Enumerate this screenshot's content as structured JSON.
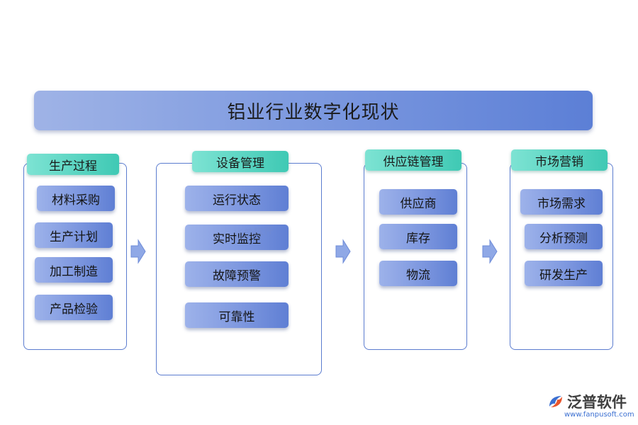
{
  "title": "铝业行业数字化现状",
  "sections": [
    {
      "heading": "生产过程",
      "items": [
        "材料采购",
        "生产计划",
        "加工制造",
        "产品检验"
      ]
    },
    {
      "heading": "设备管理",
      "items": [
        "运行状态",
        "实时监控",
        "故障预警",
        "可靠性"
      ]
    },
    {
      "heading": "供应链管理",
      "items": [
        "供应商",
        "库存",
        "物流"
      ]
    },
    {
      "heading": "市场营销",
      "items": [
        "市场需求",
        "分析预测",
        "研发生产"
      ]
    }
  ],
  "logo": {
    "name": "泛普软件",
    "url": "www.fanpusoft.com"
  },
  "watermark": "泛普软件",
  "colors": {
    "accent": "#5b7ccf",
    "header": "#3fc9b4"
  }
}
